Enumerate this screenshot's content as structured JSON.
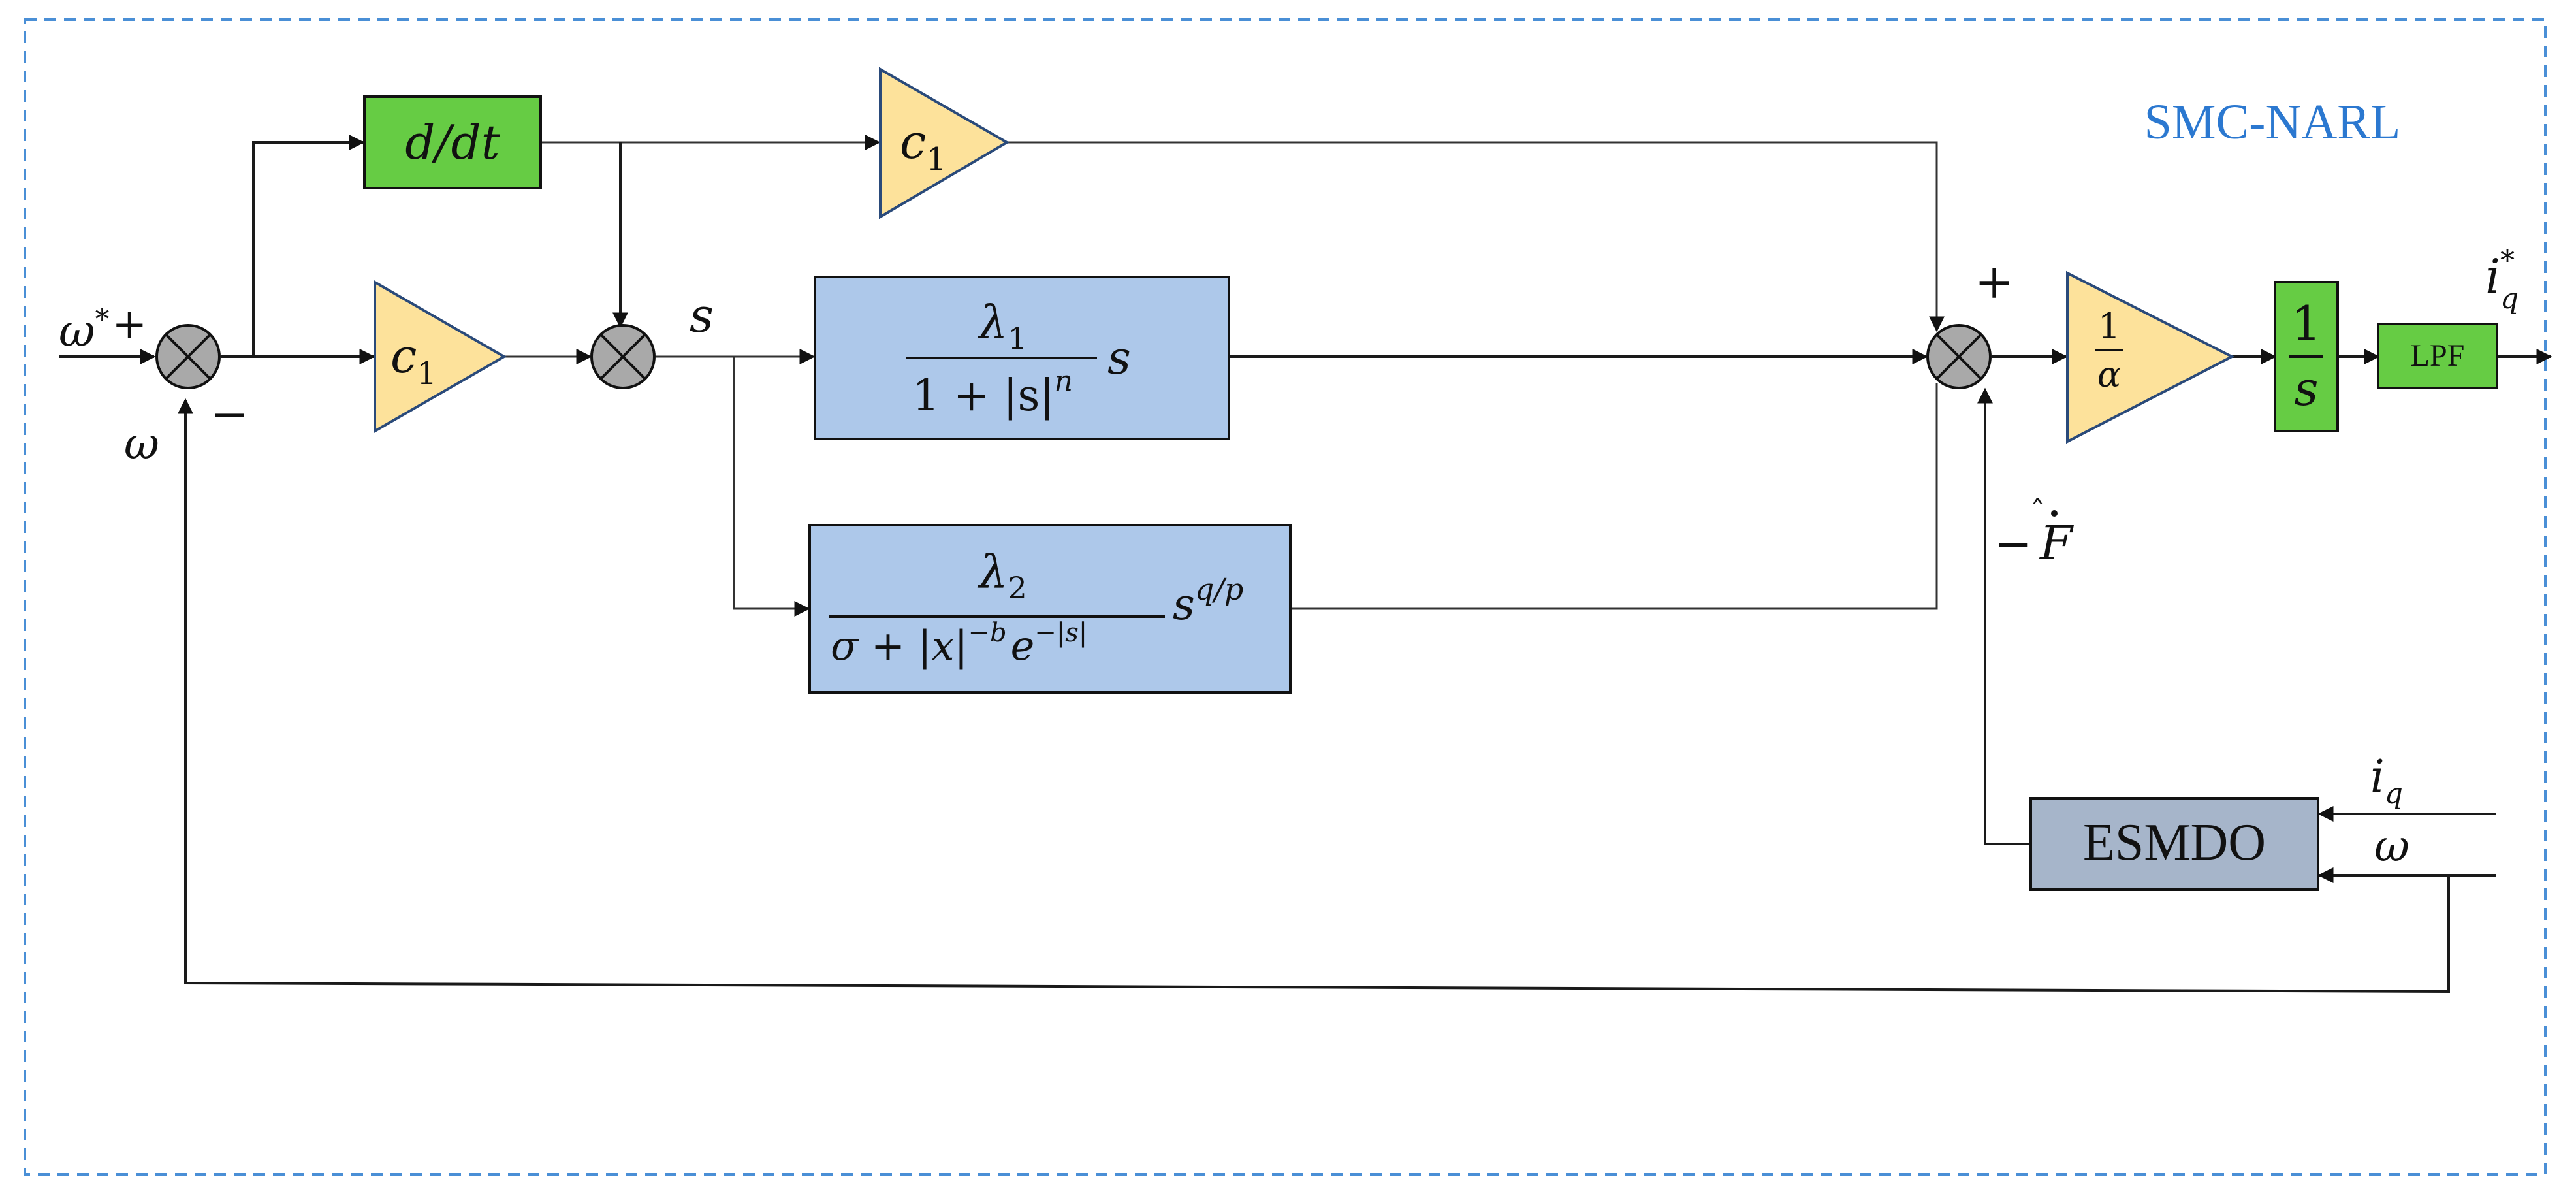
{
  "frame_title": "SMC-NARL",
  "colors": {
    "frame_border": "#4a8fd6",
    "title": "#2b78d0",
    "green_block": "#66cc44",
    "yellow_gain": "#fde29b",
    "blue_block": "#adc8ea",
    "gray_block": "#a6b5ca",
    "summer_fill": "#a9a9a9"
  },
  "blocks": {
    "derivative": "d/dt",
    "gain_top": {
      "symbol": "c",
      "subscript": "1"
    },
    "gain_mid": {
      "symbol": "c",
      "subscript": "1"
    },
    "reaching_law_1": {
      "numerator": "λ",
      "numerator_sub": "1",
      "denominator": "1 + |s|",
      "denominator_sup": "n",
      "multiplier": "s"
    },
    "reaching_law_2": {
      "numerator": "λ",
      "numerator_sub": "2",
      "denominator_a": "σ + |x|",
      "denominator_a_sup": "−b",
      "denominator_b": "e",
      "denominator_b_sup": "−|s|",
      "multiplier": "s",
      "multiplier_sup": "q/p"
    },
    "inverse_alpha": {
      "numerator": "1",
      "denominator": "α"
    },
    "integrator": {
      "numerator": "1",
      "denominator": "s"
    },
    "lpf": "LPF",
    "observer": "ESMDO"
  },
  "signals": {
    "speed_ref": "ω",
    "speed_ref_sup": "*",
    "speed_ref_sign": "+",
    "speed_feedback": "ω",
    "feedback_sign": "−",
    "sliding_var": "s",
    "summer_plus": "+",
    "disturbance": "−",
    "disturbance_sym": "F",
    "output": "i",
    "output_sup": "*",
    "output_sub": "q",
    "observer_in_iq": "i",
    "observer_in_iq_sub": "q",
    "observer_in_w": "ω"
  }
}
